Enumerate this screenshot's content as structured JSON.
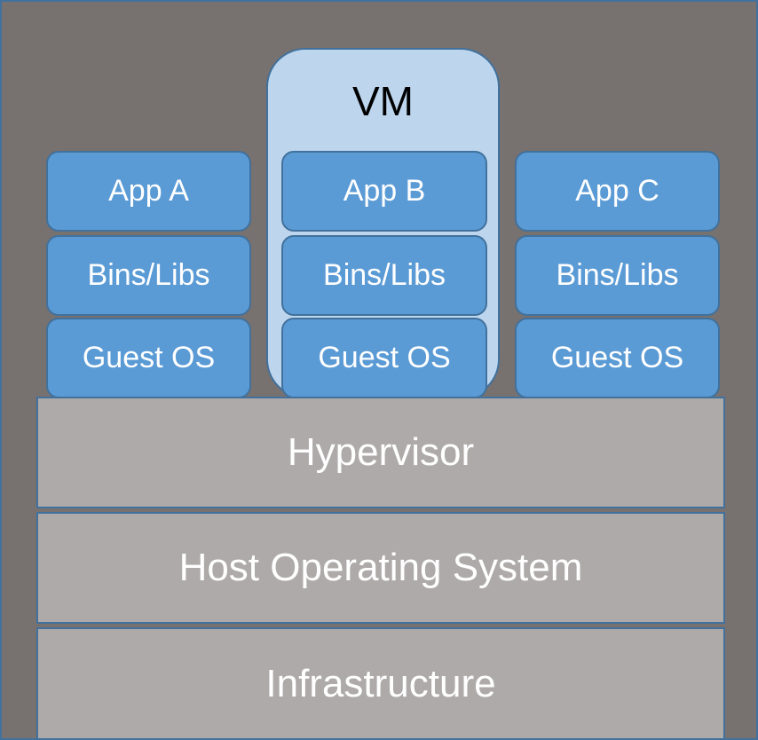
{
  "vm_label": "VM",
  "stacks": [
    {
      "app": "App A",
      "bins": "Bins/Libs",
      "os": "Guest OS"
    },
    {
      "app": "App B",
      "bins": "Bins/Libs",
      "os": "Guest OS"
    },
    {
      "app": "App C",
      "bins": "Bins/Libs",
      "os": "Guest OS"
    }
  ],
  "layers": {
    "hypervisor": "Hypervisor",
    "host_os": "Host Operating System",
    "infrastructure": "Infrastructure"
  },
  "colors": {
    "background": "#777170",
    "block_fill": "#5b9bd5",
    "block_border": "#41719c",
    "vm_fill": "#bdd6ee",
    "layer_fill": "#aeaaaa"
  }
}
